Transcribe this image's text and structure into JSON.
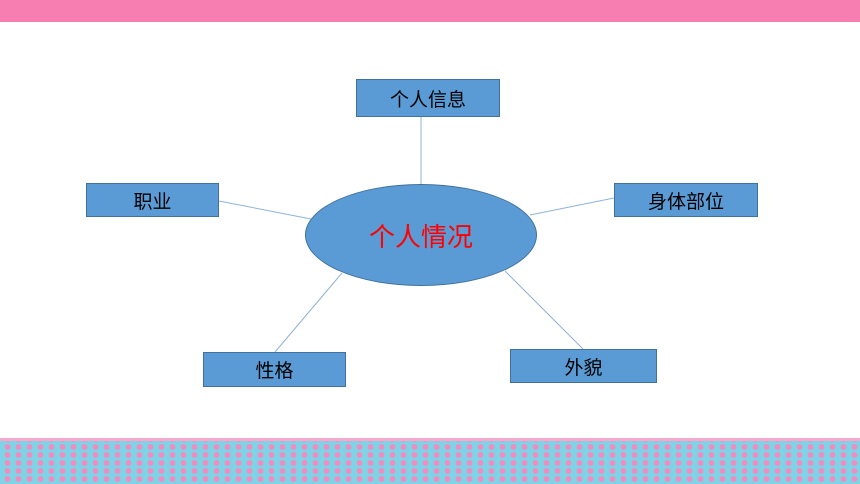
{
  "colors": {
    "top_bar": "#f77eb0",
    "node_fill": "#5b9bd5",
    "node_border": "#41719c",
    "hub_text": "#ff0000",
    "node_text": "#000000",
    "connector": "#8fb3d9",
    "band_fill": "#7fd3e6",
    "band_dots": "#f28cbf"
  },
  "diagram": {
    "center": "个人情况",
    "nodes": {
      "personal_info": "个人信息",
      "occupation": "职业",
      "body_parts": "身体部位",
      "personality": "性格",
      "appearance": "外貌"
    }
  }
}
